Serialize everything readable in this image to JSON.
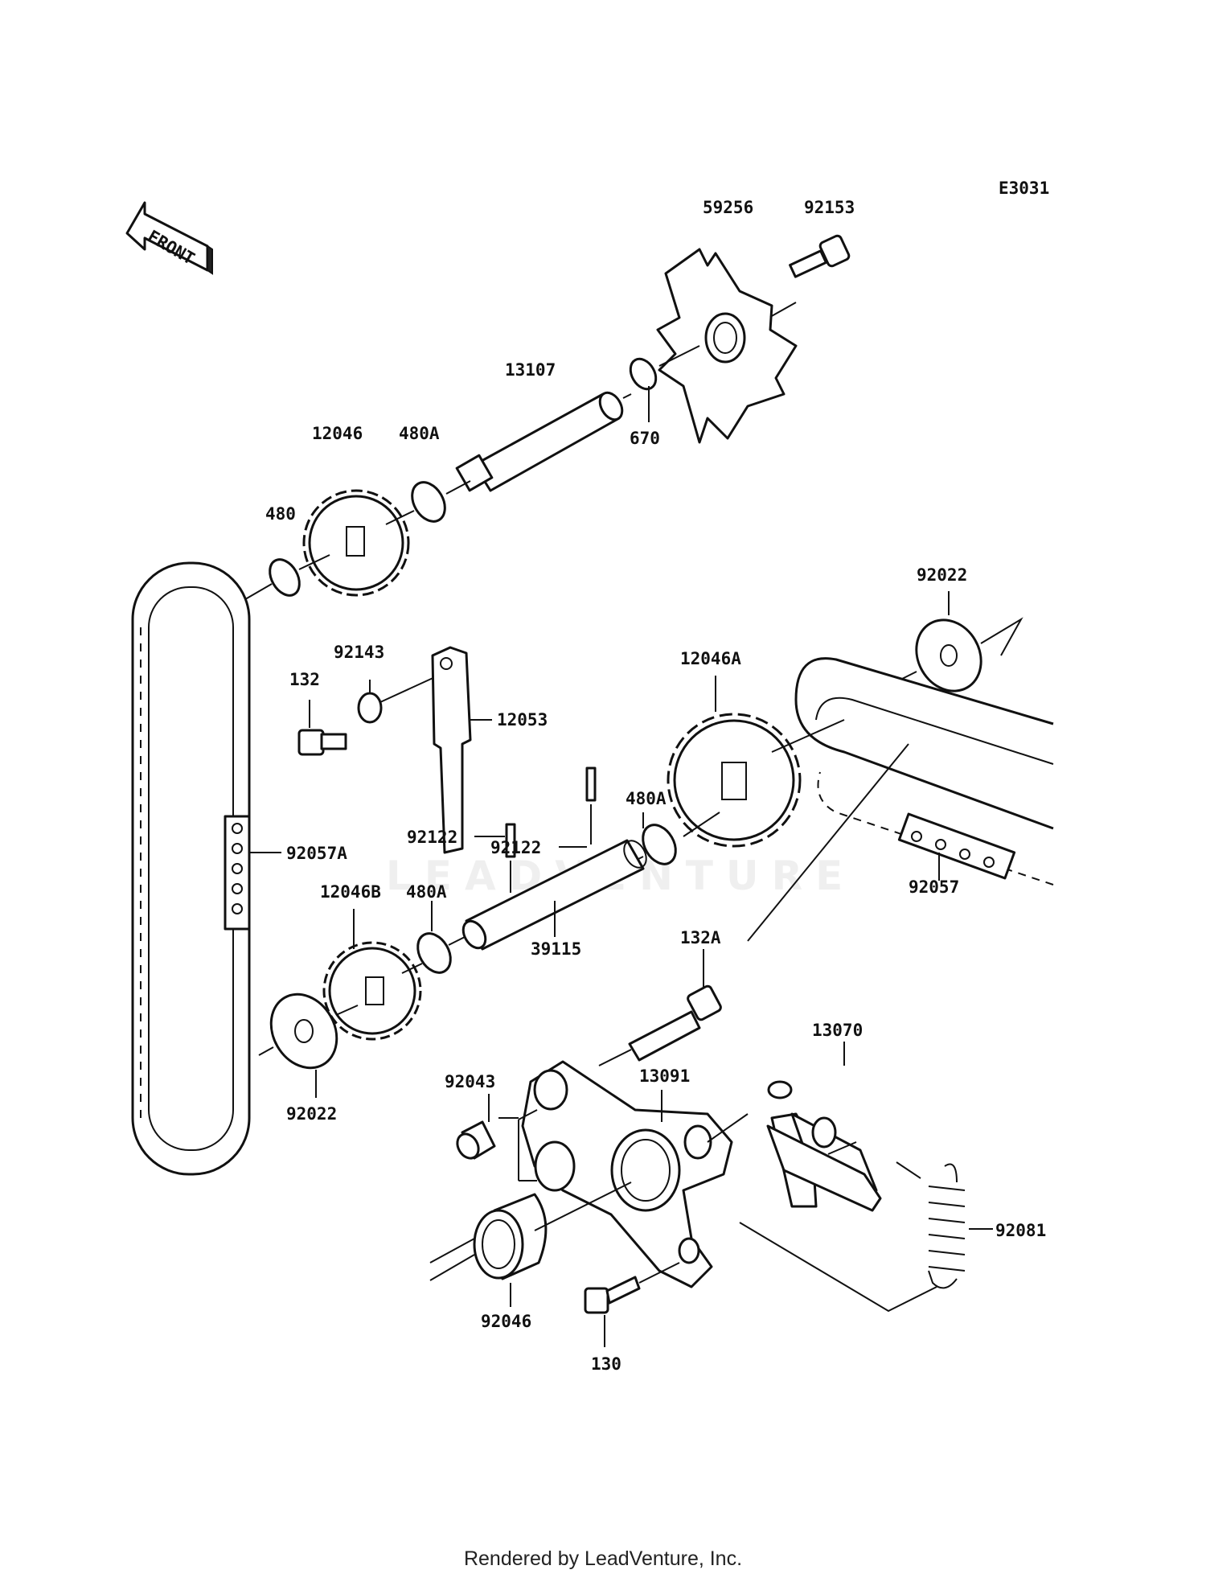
{
  "diagram_code": "E3031",
  "front_label": "FRONT",
  "watermark": "LEADVENTURE",
  "footer": "Rendered by LeadVenture, Inc.",
  "callouts": [
    {
      "id": "59256",
      "text": "59256"
    },
    {
      "id": "92153",
      "text": "92153"
    },
    {
      "id": "13107",
      "text": "13107"
    },
    {
      "id": "670",
      "text": "670"
    },
    {
      "id": "12046",
      "text": "12046"
    },
    {
      "id": "480A_top",
      "text": "480A"
    },
    {
      "id": "480",
      "text": "480"
    },
    {
      "id": "92022_right",
      "text": "92022"
    },
    {
      "id": "92143",
      "text": "92143"
    },
    {
      "id": "132",
      "text": "132"
    },
    {
      "id": "12053",
      "text": "12053"
    },
    {
      "id": "12046A",
      "text": "12046A"
    },
    {
      "id": "480A_mid",
      "text": "480A"
    },
    {
      "id": "92122_a",
      "text": "92122"
    },
    {
      "id": "92122_b",
      "text": "92122"
    },
    {
      "id": "92057A",
      "text": "92057A"
    },
    {
      "id": "92057",
      "text": "92057"
    },
    {
      "id": "12046B",
      "text": "12046B"
    },
    {
      "id": "480A_low",
      "text": "480A"
    },
    {
      "id": "39115",
      "text": "39115"
    },
    {
      "id": "132A",
      "text": "132A"
    },
    {
      "id": "13070",
      "text": "13070"
    },
    {
      "id": "92043",
      "text": "92043"
    },
    {
      "id": "13091",
      "text": "13091"
    },
    {
      "id": "92022_left",
      "text": "92022"
    },
    {
      "id": "92081",
      "text": "92081"
    },
    {
      "id": "92046",
      "text": "92046"
    },
    {
      "id": "130",
      "text": "130"
    }
  ]
}
